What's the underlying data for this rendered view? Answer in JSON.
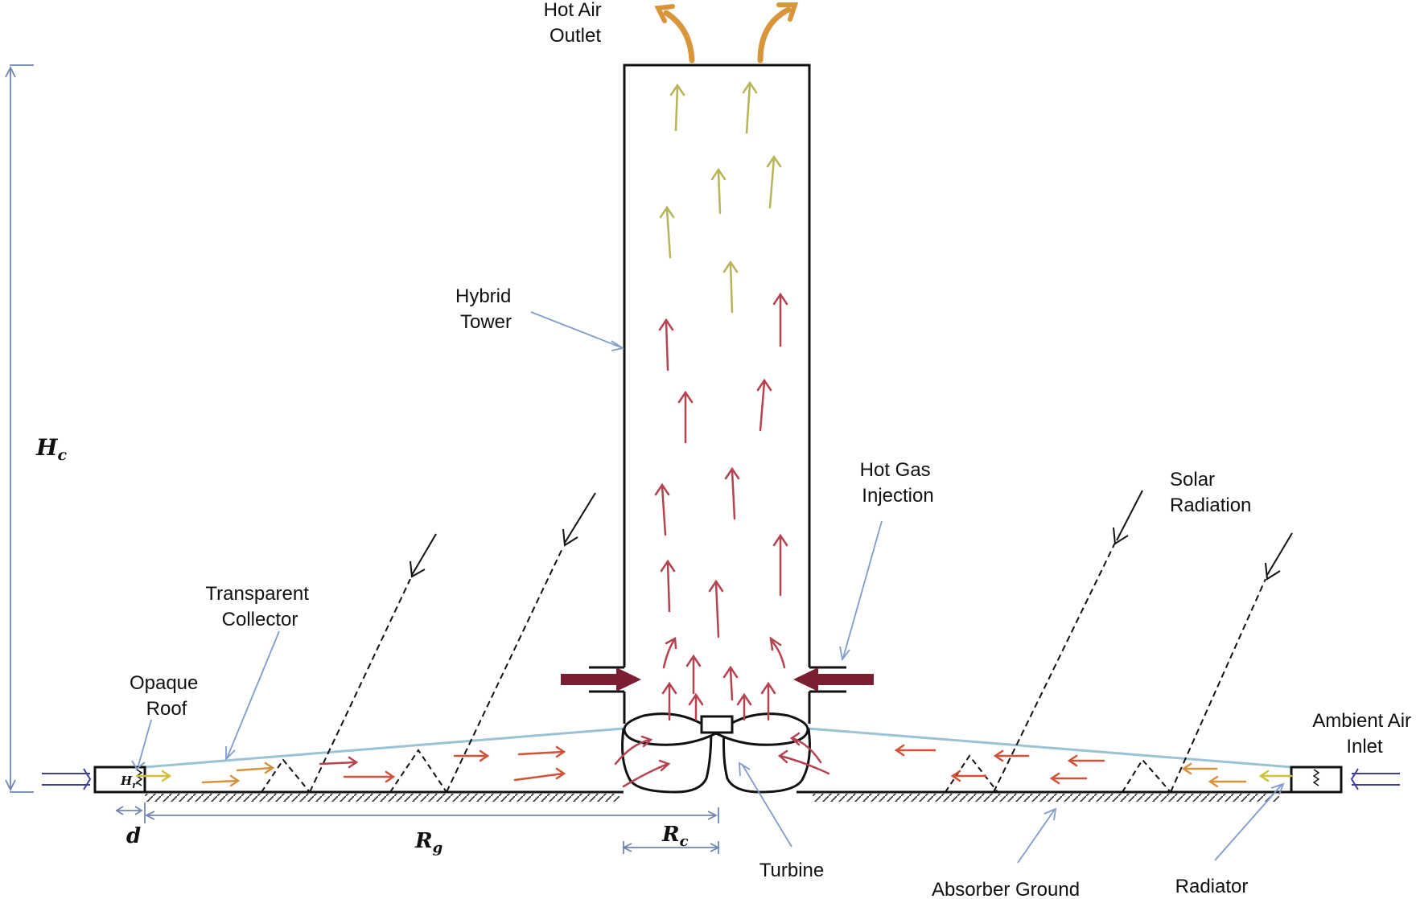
{
  "labels": {
    "hot_air_outlet": [
      "Hot Air",
      "Outlet"
    ],
    "hybrid_tower": [
      "Hybrid",
      "Tower"
    ],
    "hot_gas_injection": [
      "Hot Gas",
      "Injection"
    ],
    "solar_radiation": [
      "Solar",
      "Radiation"
    ],
    "transparent_collector": [
      "Transparent",
      "Collector"
    ],
    "opaque_roof": [
      "Opaque",
      "Roof"
    ],
    "ambient_air_inlet": [
      "Ambient Air",
      "Inlet"
    ],
    "turbine": "Turbine",
    "absorber_ground": "Absorber Ground",
    "radiator": "Radiator"
  },
  "symbols": {
    "hc_main": "H",
    "hc_sub": "c",
    "hr_main": "H",
    "hr_sub": "r",
    "d": "d",
    "rg_main": "R",
    "rg_sub": "g",
    "rc_main": "R",
    "rc_sub": "c"
  },
  "colors": {
    "outline": "#111111",
    "dimension": "#6f86b5",
    "roof": "#9cc3d5",
    "leader": "#7f9ccc",
    "hot_arrow": "#b5434f",
    "warm_arrow": "#d05238",
    "mid_arrow": "#d8913c",
    "cool_arrow": "#cfc13a",
    "tower_top_arrow": "#b7b45a",
    "injection": "#7c1e32",
    "outlet": "#d9953a",
    "inlet": "#3b3f9b"
  }
}
